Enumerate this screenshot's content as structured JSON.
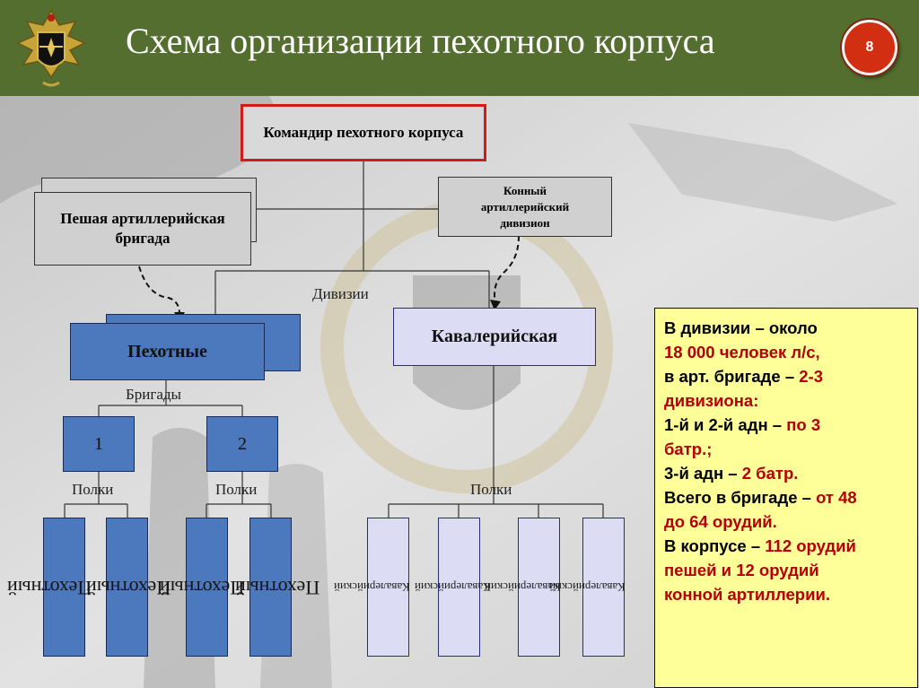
{
  "header": {
    "title": "Схема организации пехотного корпуса",
    "slide_number": "8"
  },
  "diagram": {
    "commander": "Командир пехотного корпуса",
    "foot_artillery": "Пешая артиллерийская бригада",
    "horse_artillery": "Конный артиллерийский дивизион",
    "divisions_label": "Дивизии",
    "infantry_division": "Пехотные",
    "cavalry_division": "Кавалерийская",
    "brigades_label": "Бригады",
    "brigade_1": "1",
    "brigade_2": "2",
    "regiments_label_1": "Полки",
    "regiments_label_2": "Полки",
    "regiments_label_3": "Полки",
    "infantry_regiment_text_1": "Пехотный",
    "infantry_regiment_text_2": "Пехотный",
    "infantry_regiment_text_3": "Пехотный",
    "infantry_regiment_text_4": "Пехотный",
    "cavalry_regiment_text_1": "Кавалерийский",
    "cavalry_regiment_text_2": "Кавалерийский",
    "cavalry_regiment_text_3": "Кавалерийский",
    "cavalry_regiment_text_4": "Кавалерийский"
  },
  "info": [
    [
      {
        "t": "В дивизии – около",
        "c": "blk"
      }
    ],
    [
      {
        "t": "18 000 человек л/с,",
        "c": "red"
      }
    ],
    [
      {
        "t": "в арт. бригаде – ",
        "c": "blk"
      },
      {
        "t": "2-3",
        "c": "red"
      }
    ],
    [
      {
        "t": "дивизиона:",
        "c": "red"
      }
    ],
    [
      {
        "t": "1-й и 2-й адн – ",
        "c": "blk"
      },
      {
        "t": "по 3",
        "c": "red"
      }
    ],
    [
      {
        "t": "батр.;",
        "c": "red"
      }
    ],
    [
      {
        "t": "3-й адн – ",
        "c": "blk"
      },
      {
        "t": "2 батр.",
        "c": "red"
      }
    ],
    [
      {
        "t": "Всего в бригаде – ",
        "c": "blk"
      },
      {
        "t": "от 48",
        "c": "red"
      }
    ],
    [
      {
        "t": "до 64 орудий.",
        "c": "red"
      }
    ],
    [
      {
        "t": "В корпусе – ",
        "c": "blk"
      },
      {
        "t": "112 орудий",
        "c": "red"
      }
    ],
    [
      {
        "t": "пешей и 12 орудий",
        "c": "red"
      }
    ],
    [
      {
        "t": "конной артиллерии.",
        "c": "red"
      }
    ]
  ],
  "colors": {
    "header_bg": "#546e2f",
    "badge": "#d22e12",
    "infantry": "#4c78be",
    "cavalry": "#dcdcf4",
    "info_bg": "#ffff99",
    "accent_red": "#b60000"
  },
  "icons": {
    "emblem": "military-emblem-icon"
  }
}
